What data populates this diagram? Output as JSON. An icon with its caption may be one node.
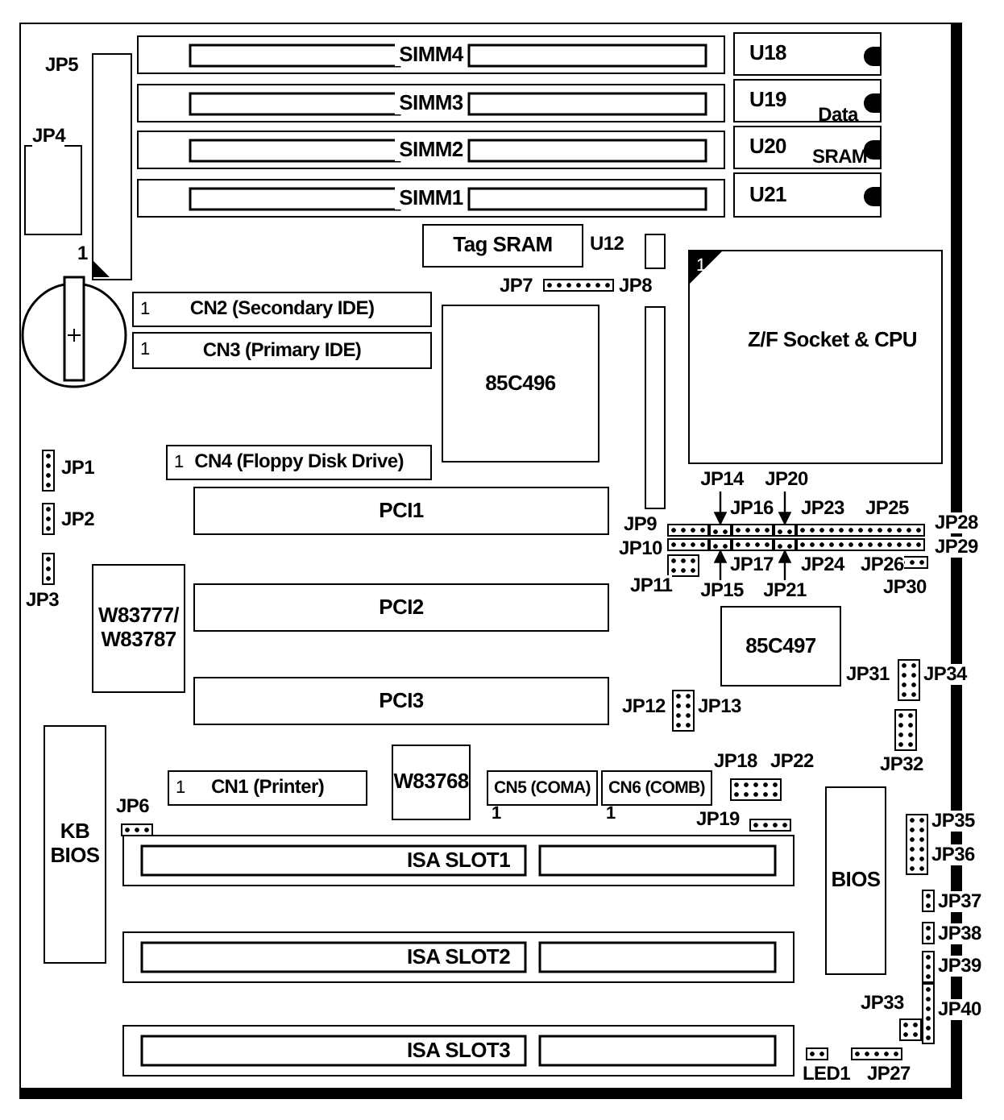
{
  "diagram": {
    "nodes": [
      {
        "text": [
          "SIMM4"
        ]
      },
      {
        "text": [
          "SIMM3"
        ]
      },
      {
        "text": [
          "SIMM2"
        ]
      },
      {
        "text": [
          "SIMM1"
        ]
      },
      {
        "text": [
          "U18"
        ]
      },
      {
        "text": [
          "U19"
        ]
      },
      {
        "text": [
          "U20"
        ]
      },
      {
        "text": [
          "U21"
        ]
      },
      {
        "text": [
          "Tag SRAM"
        ]
      },
      {
        "text": [
          "1",
          "CN2 (Secondary IDE)"
        ]
      },
      {
        "text": [
          "1",
          "CN3 (Primary IDE)"
        ]
      },
      {
        "text": [
          "85C496"
        ]
      },
      {
        "text": [
          "1",
          "Z/F Socket & CPU"
        ]
      },
      {
        "text": [
          "1",
          "CN4 (Floppy Disk Drive)"
        ]
      },
      {
        "text": [
          "PCI1"
        ]
      },
      {
        "text": [
          "PCI2"
        ]
      },
      {
        "text": [
          "PCI3"
        ]
      },
      {
        "text": [
          "W83777/ W83787"
        ]
      },
      {
        "text": [
          "85C497"
        ]
      },
      {
        "text": [
          "KB BIOS"
        ]
      },
      {
        "text": [
          "1",
          "CN1 (Printer)"
        ]
      },
      {
        "text": [
          "W83768"
        ]
      },
      {
        "text": [
          "CN5 (COMA)"
        ],
        "beside": [
          "1"
        ]
      },
      {
        "text": [
          "CN6 (COMB)"
        ],
        "beside": [
          "1"
        ]
      },
      {
        "text": [
          "BIOS"
        ]
      },
      {
        "text": [
          "ISA SLOT1"
        ]
      },
      {
        "text": [
          "ISA SLOT2"
        ]
      },
      {
        "text": [
          "ISA SLOT3"
        ]
      },
      {
        "text": [
          "JP14"
        ]
      },
      {
        "text": [
          "JP20"
        ]
      },
      {
        "text": [
          "JP15"
        ]
      },
      {
        "text": [
          "JP21"
        ]
      },
      {
        "text": [],
        "shape": "box"
      },
      {
        "text": [],
        "shape": "box"
      },
      {
        "text": [],
        "shape": "box"
      },
      {
        "text": [],
        "shape": "box"
      }
    ],
    "edges": [
      {
        "from": 28,
        "to": 32,
        "arrow": "to"
      },
      {
        "from": 29,
        "to": 33,
        "arrow": "to"
      },
      {
        "from": 30,
        "to": 34,
        "arrow": "to"
      },
      {
        "from": 31,
        "to": 35,
        "arrow": "to"
      }
    ],
    "labels": [
      "JP5",
      "JP4",
      "1",
      "Data SRAM",
      "U12",
      "JP7",
      "JP8",
      "JP1",
      "JP2",
      "JP3",
      "JP16",
      "JP23",
      "JP25",
      "JP28",
      "JP9",
      "JP29",
      "JP10",
      "JP17",
      "JP24",
      "JP26",
      "JP30",
      "JP11",
      "JP31",
      "JP34",
      "JP12",
      "JP13",
      "JP32",
      "JP18",
      "JP22",
      "JP6",
      "JP19",
      "JP35",
      "JP36",
      "JP37",
      "JP38",
      "JP39",
      "JP33",
      "JP40",
      "LED1",
      "JP27"
    ]
  }
}
